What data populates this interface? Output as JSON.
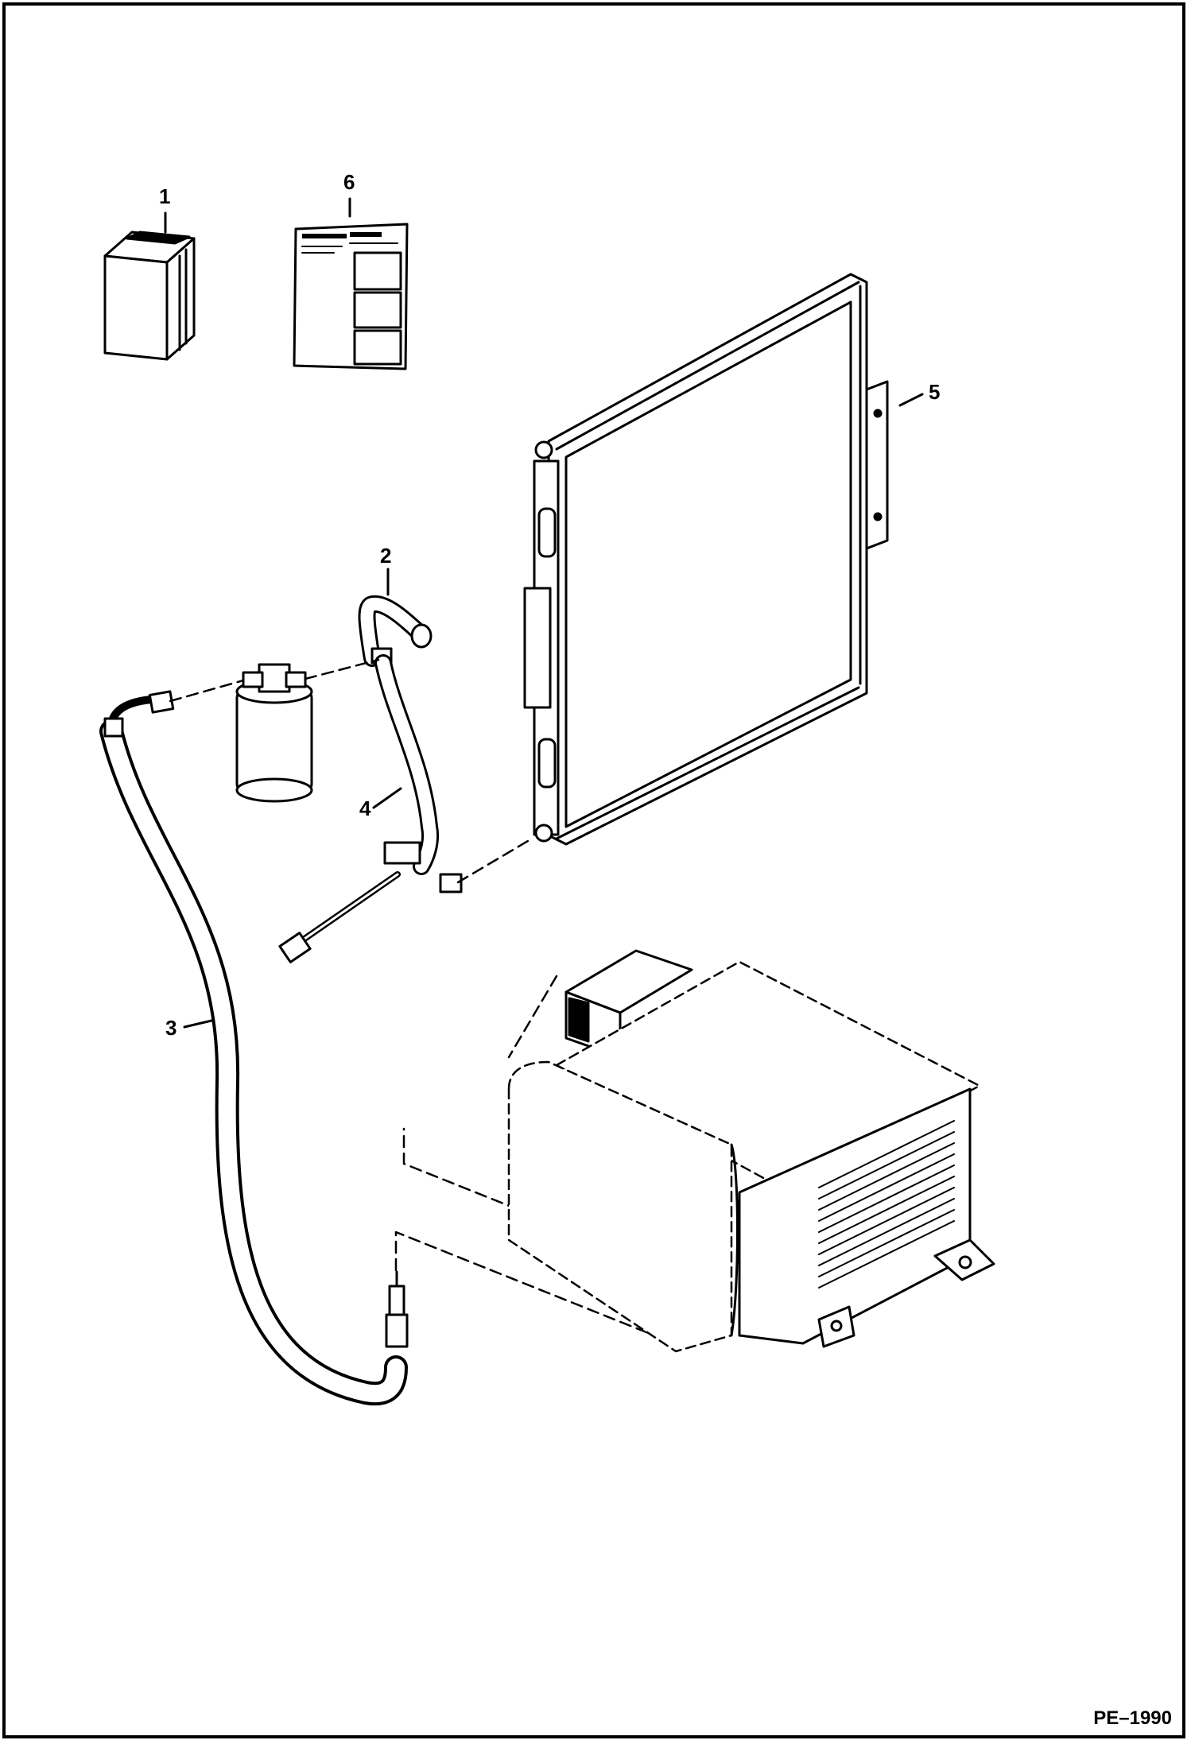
{
  "callouts": {
    "c1": "1",
    "c2": "2",
    "c3": "3",
    "c4": "4",
    "c5": "5",
    "c6": "6"
  },
  "figure_code": "PE–1990",
  "colors": {
    "ink": "#000000",
    "paper": "#ffffff"
  }
}
